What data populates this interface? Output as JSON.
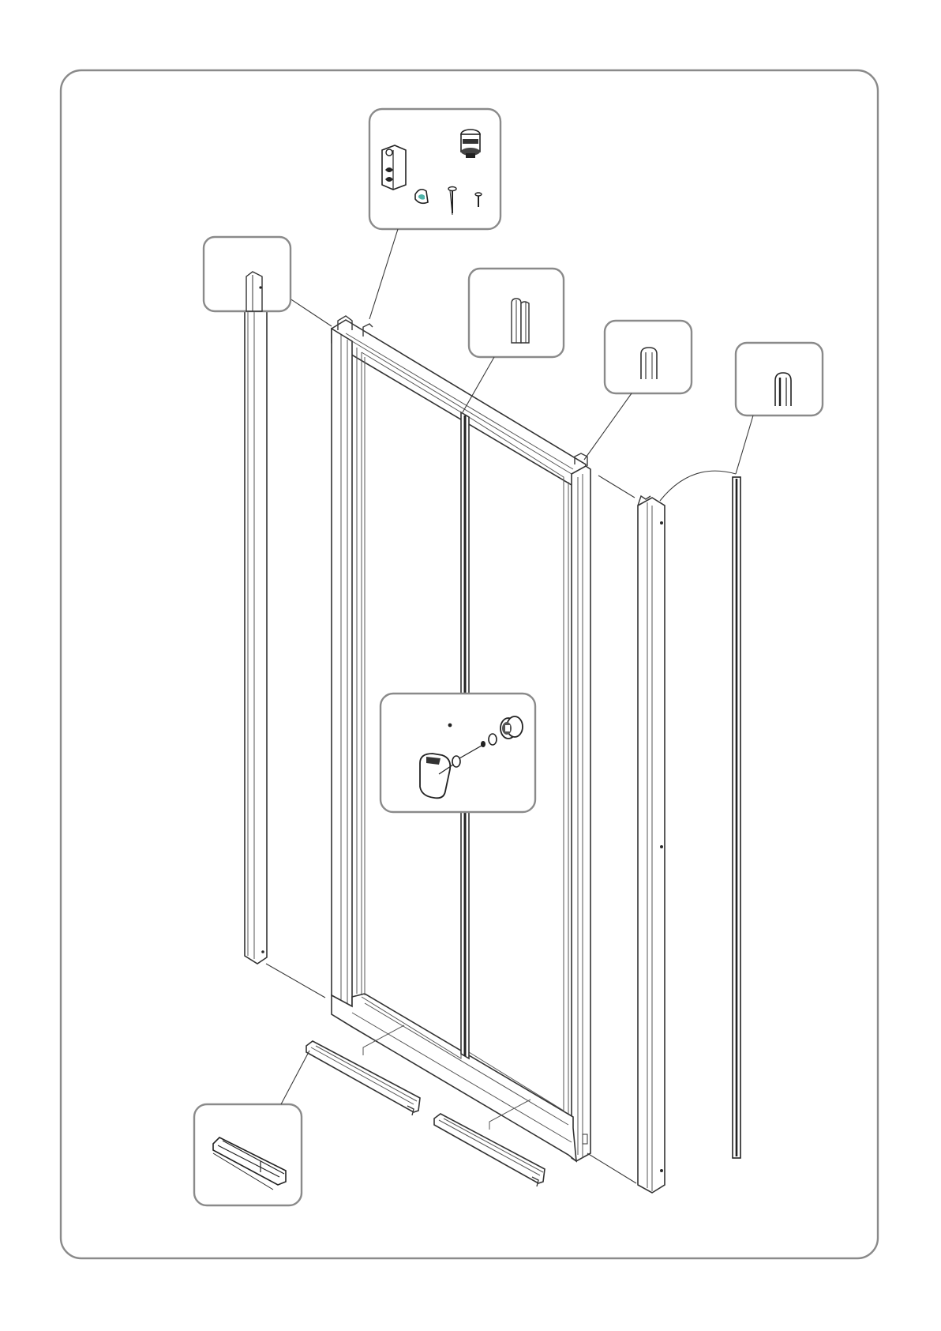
{
  "diagram": {
    "kind": "exploded-assembly",
    "colors": {
      "outline": "#333333",
      "callout_border": "#8a8a8a",
      "accent": "#4fb3a9",
      "background": "#ffffff"
    },
    "parts": [
      "wall-profile-left",
      "door-frame",
      "bifold-panel-left",
      "bifold-panel-right",
      "wall-profile-right",
      "seal-strip",
      "bottom-track-left",
      "bottom-track-right",
      "handle"
    ],
    "detail_callouts": [
      "hinge-hardware-kit",
      "wall-profile-top-end",
      "center-joint-profile",
      "frame-corner-profile",
      "seal-profile",
      "handle-assembly",
      "bottom-track-profile"
    ]
  }
}
